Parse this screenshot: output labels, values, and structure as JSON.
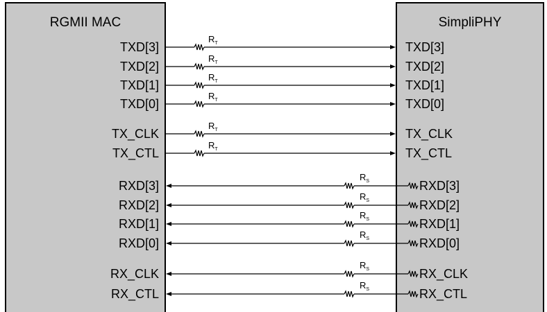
{
  "left_block": {
    "title": "RGMII MAC"
  },
  "right_block": {
    "title": "SimpliPHY"
  },
  "tx_signals": [
    {
      "mac_pin": "TXD[3]",
      "phy_pin": "TXD[3]",
      "resistor": "R",
      "resistor_sub": "T"
    },
    {
      "mac_pin": "TXD[2]",
      "phy_pin": "TXD[2]",
      "resistor": "R",
      "resistor_sub": "T"
    },
    {
      "mac_pin": "TXD[1]",
      "phy_pin": "TXD[1]",
      "resistor": "R",
      "resistor_sub": "T"
    },
    {
      "mac_pin": "TXD[0]",
      "phy_pin": "TXD[0]",
      "resistor": "R",
      "resistor_sub": "T"
    },
    {
      "mac_pin": "TX_CLK",
      "phy_pin": "TX_CLK",
      "resistor": "R",
      "resistor_sub": "T"
    },
    {
      "mac_pin": "TX_CTL",
      "phy_pin": "TX_CTL",
      "resistor": "R",
      "resistor_sub": "T"
    }
  ],
  "rx_signals": [
    {
      "mac_pin": "RXD[3]",
      "phy_pin": "RXD[3]",
      "resistor": "R",
      "resistor_sub": "S"
    },
    {
      "mac_pin": "RXD[2]",
      "phy_pin": "RXD[2]",
      "resistor": "R",
      "resistor_sub": "S"
    },
    {
      "mac_pin": "RXD[1]",
      "phy_pin": "RXD[1]",
      "resistor": "R",
      "resistor_sub": "S"
    },
    {
      "mac_pin": "RXD[0]",
      "phy_pin": "RXD[0]",
      "resistor": "R",
      "resistor_sub": "S"
    },
    {
      "mac_pin": "RX_CLK",
      "phy_pin": "RX_CLK",
      "resistor": "R",
      "resistor_sub": "S"
    },
    {
      "mac_pin": "RX_CTL",
      "phy_pin": "RX_CTL",
      "resistor": "R",
      "resistor_sub": "S"
    }
  ],
  "colors": {
    "block_fill": "#c8c8c8",
    "line": "#000000"
  }
}
